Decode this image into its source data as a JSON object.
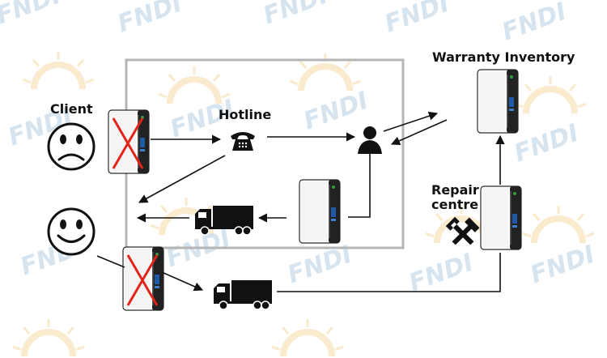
{
  "labels": {
    "client": "Client",
    "hotline": "Hotline",
    "warranty_inventory": "Warranty Inventory",
    "repair_line1": "Repair",
    "repair_line2": "centre"
  },
  "watermark": {
    "brand": "FNDI"
  },
  "colors": {
    "accent_red": "#e2231a",
    "box_border": "#b5b5b5",
    "ink": "#111111",
    "device_screen": "#1e5aa8",
    "device_logo": "#2e9b3a",
    "watermark_text": "#cfe0ee",
    "watermark_sun": "#f6d9a6"
  },
  "icons": {
    "client_unhappy": "sad-face-icon",
    "client_happy": "happy-face-icon",
    "hotline": "telephone-icon",
    "agent": "person-silhouette-icon",
    "delivery": "truck-icon",
    "repair": "crossed-tools-icon",
    "broken_marker": "red-x-mark"
  }
}
